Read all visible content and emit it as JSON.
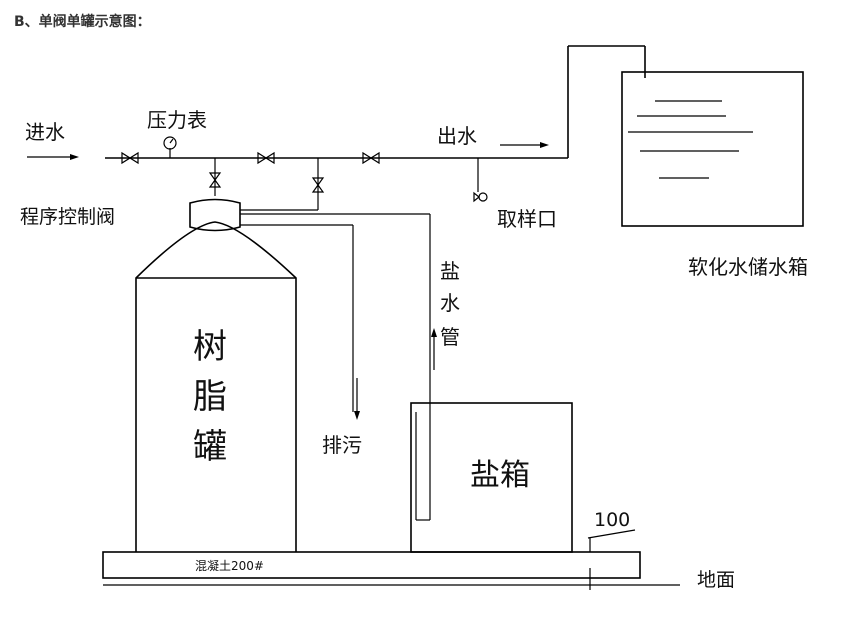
{
  "caption": "B、单阀单罐示意图：",
  "labels": {
    "inlet": "进水",
    "pressure_gauge": "压力表",
    "outlet": "出水",
    "sampling_port": "取样口",
    "control_valve": "程序控制阀",
    "storage_tank": "软化水储水箱",
    "brine_pipe": [
      "盐",
      "水",
      "管"
    ],
    "resin_tank": [
      "树",
      "脂",
      "罐"
    ],
    "drain": "排污",
    "salt_box": "盐箱",
    "height": "100",
    "concrete": "混凝土200#",
    "ground": "地面"
  },
  "colors": {
    "line": "#000000",
    "text": "#111111",
    "caption": "#333333"
  }
}
